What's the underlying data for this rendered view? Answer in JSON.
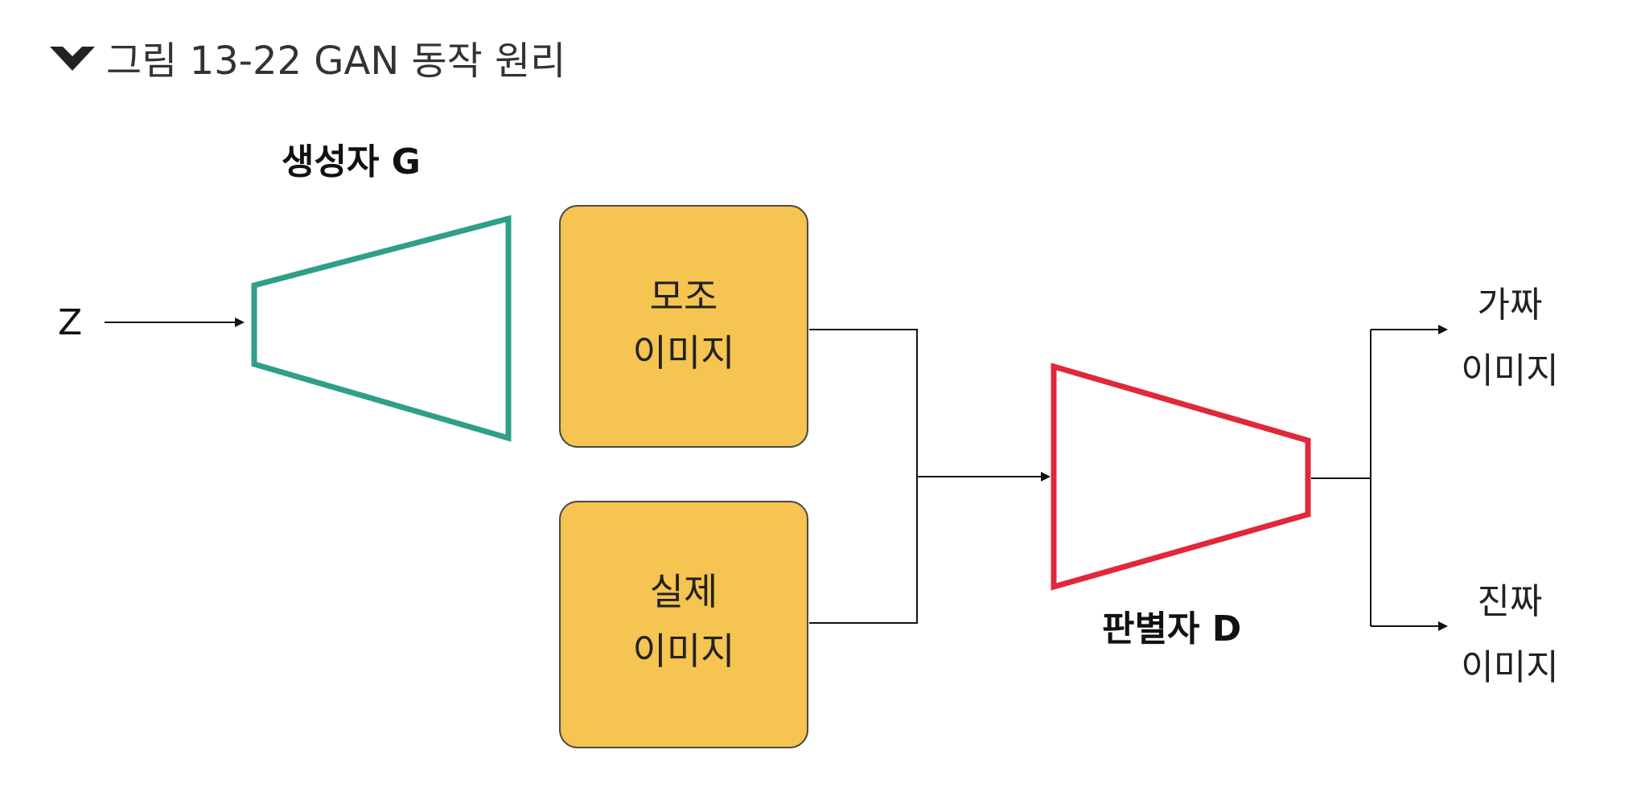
{
  "caption": {
    "text": "그림 13-22 GAN 동작 원리",
    "icon": "chevron-down-icon"
  },
  "input": {
    "label": "Z"
  },
  "generator": {
    "label": "생성자 G",
    "color": "#2f9e8a"
  },
  "discriminator": {
    "label": "판별자 D",
    "color": "#e0283a"
  },
  "boxes": {
    "fake_image": {
      "line1": "모조",
      "line2": "이미지"
    },
    "real_image": {
      "line1": "실제",
      "line2": "이미지"
    },
    "fill": "#f5c451",
    "stroke": "#4a4a4a"
  },
  "outputs": {
    "fake": {
      "line1": "가짜",
      "line2": "이미지"
    },
    "real": {
      "line1": "진짜",
      "line2": "이미지"
    }
  }
}
